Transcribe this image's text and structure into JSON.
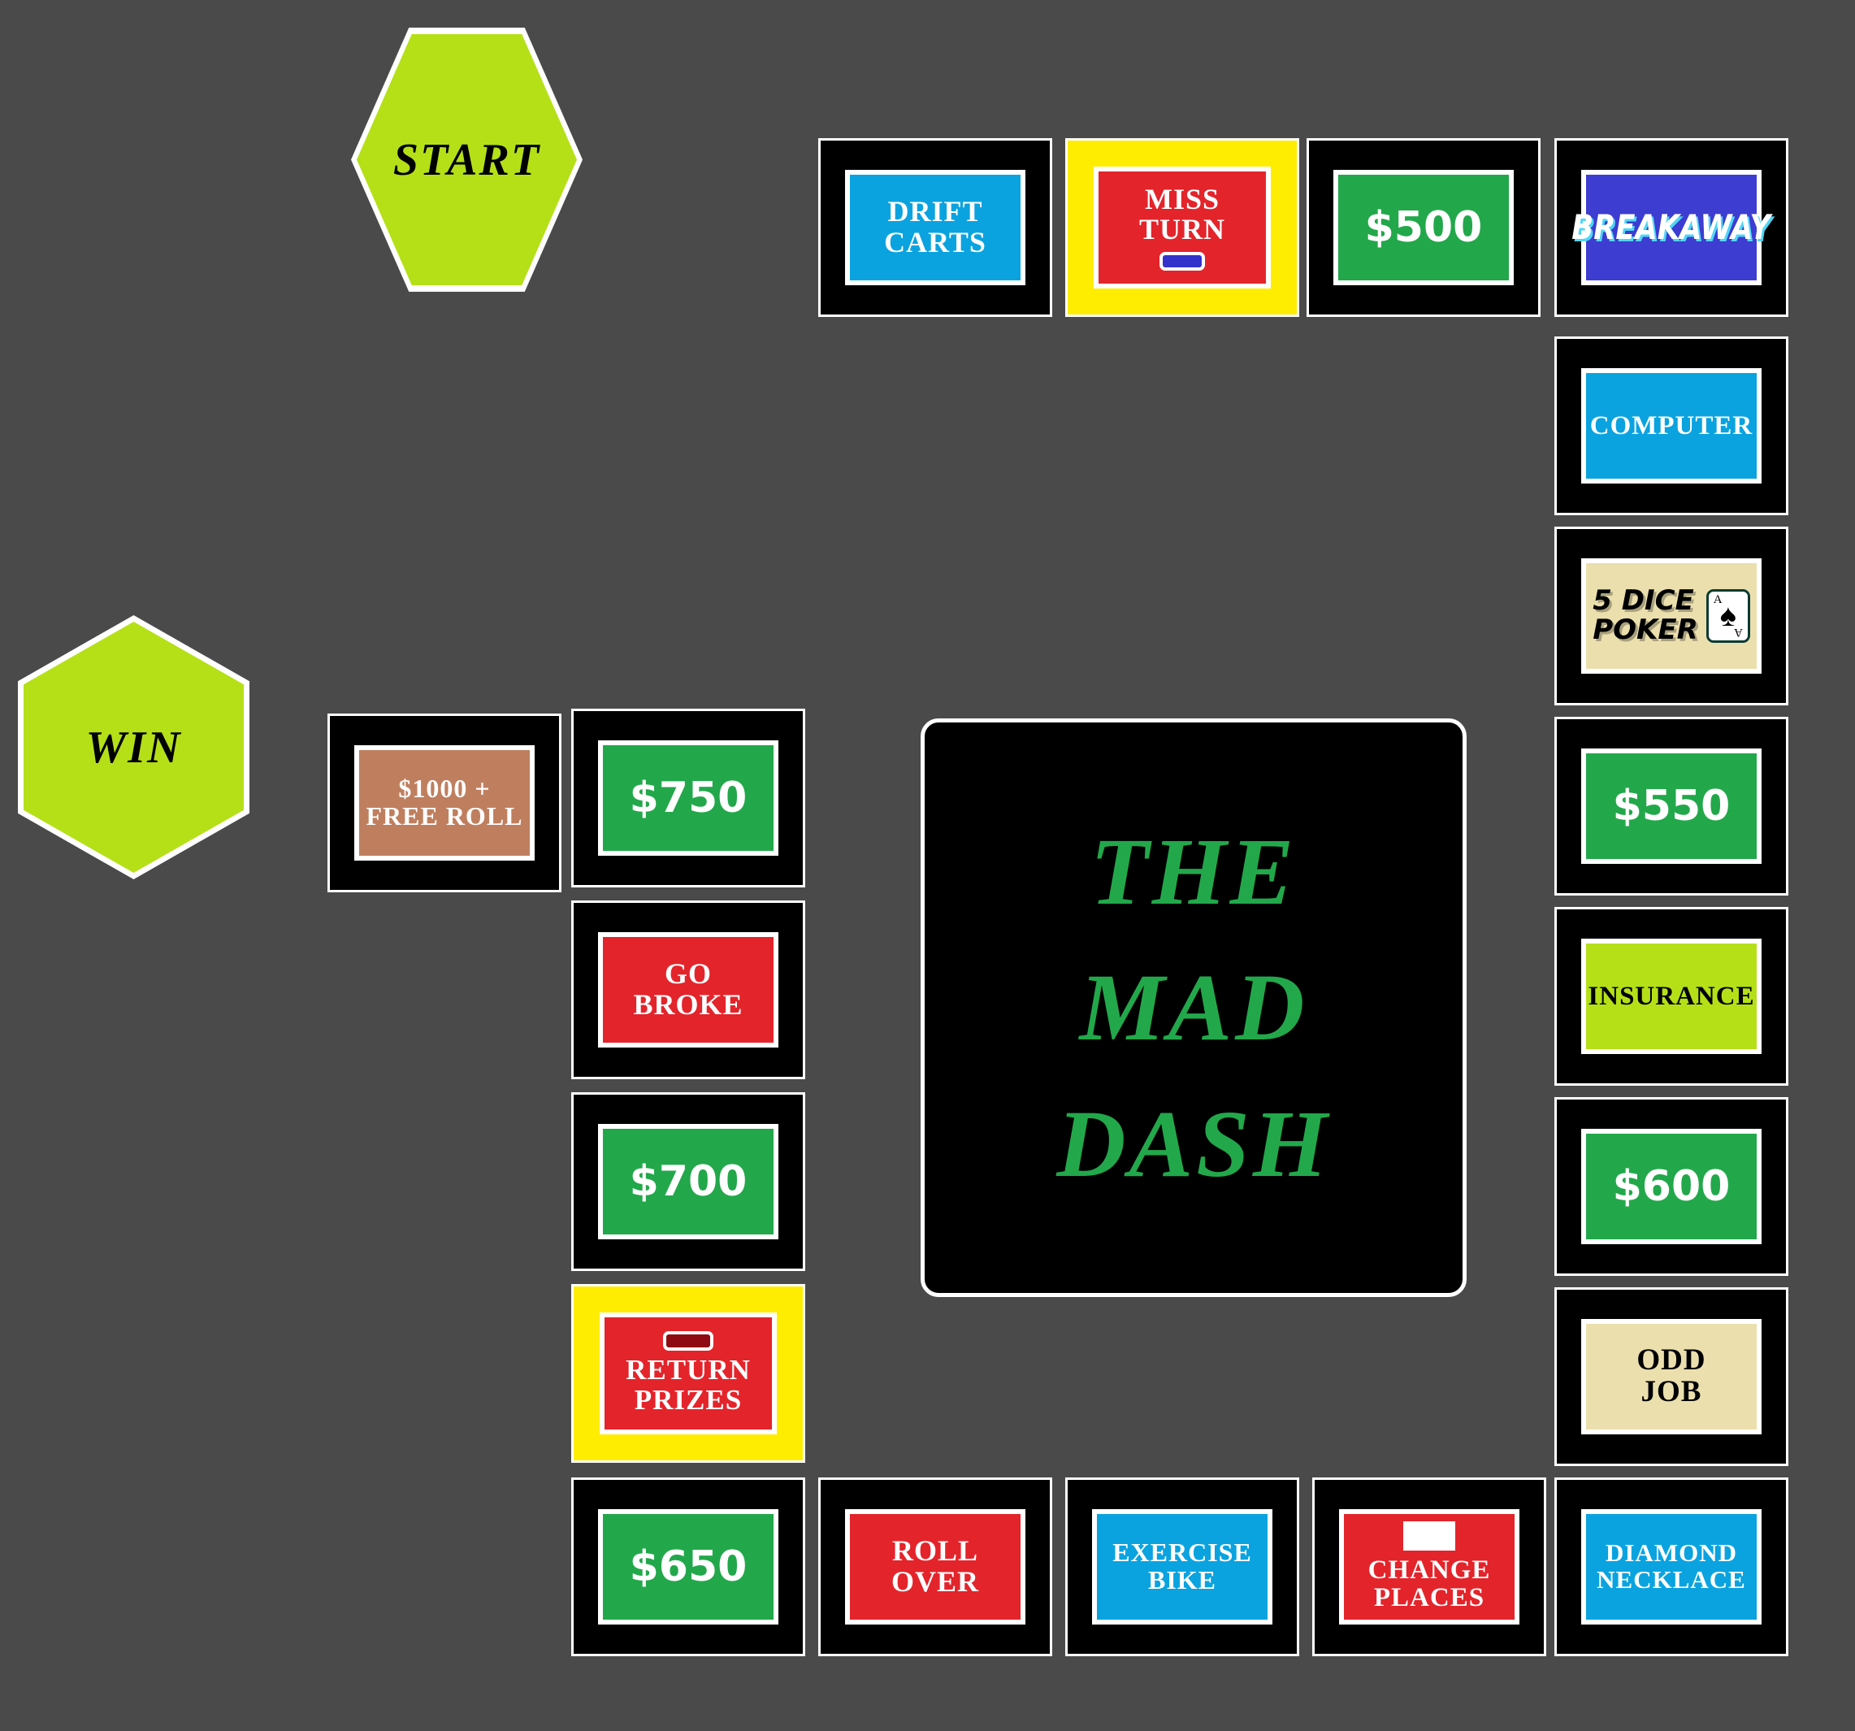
{
  "board": {
    "background_color": "#4a4a4a",
    "title": "THE MAD DASH",
    "center": {
      "line1": "THE",
      "line2": "MAD",
      "line3": "DASH",
      "text_color": "#22a84b",
      "bg_color": "#000000"
    },
    "nodes": {
      "start": {
        "label": "START",
        "fill": "#b5e018",
        "text_color": "#000000"
      },
      "win": {
        "label": "WIN",
        "fill": "#b5e018",
        "text_color": "#000000"
      }
    },
    "top_row": [
      {
        "label": "DRIFT CARTS",
        "lines": [
          "DRIFT",
          "CARTS"
        ],
        "fill": "#0aa3e0",
        "text_color": "#ffffff",
        "frame": "#000000",
        "style": "serif"
      },
      {
        "label": "MISS TURN",
        "lines": [
          "MISS",
          "TURN"
        ],
        "fill": "#e3242b",
        "text_color": "#ffffff",
        "frame": "#ffed00",
        "style": "serif",
        "chip": "blue",
        "chip_position": "below"
      },
      {
        "label": "$500",
        "lines": [
          "$500"
        ],
        "fill": "#22a84b",
        "text_color": "#ffffff",
        "frame": "#000000",
        "style": "money"
      },
      {
        "label": "BREAKAWAY",
        "lines": [
          "BREAKAWAY"
        ],
        "fill": "#3d3dd1",
        "text_color": "#ffffff",
        "frame": "#000000",
        "style": "breakaway"
      }
    ],
    "right_column": [
      {
        "label": "COMPUTER",
        "lines": [
          "COMPUTER"
        ],
        "fill": "#0aa3e0",
        "text_color": "#ffffff",
        "frame": "#000000",
        "style": "serif"
      },
      {
        "label": "5 DICE POKER",
        "lines": [
          "5 DICE",
          "POKER"
        ],
        "fill": "#ebdfae",
        "text_color": "#000000",
        "frame": "#000000",
        "style": "poker",
        "card": "ace-of-spades"
      },
      {
        "label": "$550",
        "lines": [
          "$550"
        ],
        "fill": "#22a84b",
        "text_color": "#ffffff",
        "frame": "#000000",
        "style": "money"
      },
      {
        "label": "INSURANCE",
        "lines": [
          "INSURANCE"
        ],
        "fill": "#b5e018",
        "text_color": "#000000",
        "frame": "#000000",
        "style": "serif-black"
      },
      {
        "label": "$600",
        "lines": [
          "$600"
        ],
        "fill": "#22a84b",
        "text_color": "#ffffff",
        "frame": "#000000",
        "style": "money"
      },
      {
        "label": "ODD JOB",
        "lines": [
          "ODD",
          "JOB"
        ],
        "fill": "#ebdfae",
        "text_color": "#000000",
        "frame": "#000000",
        "style": "serif-black"
      }
    ],
    "bottom_row": [
      {
        "label": "$650",
        "lines": [
          "$650"
        ],
        "fill": "#22a84b",
        "text_color": "#ffffff",
        "frame": "#000000",
        "style": "money"
      },
      {
        "label": "ROLL OVER",
        "lines": [
          "ROLL",
          "OVER"
        ],
        "fill": "#e3242b",
        "text_color": "#ffffff",
        "frame": "#000000",
        "style": "serif"
      },
      {
        "label": "EXERCISE BIKE",
        "lines": [
          "EXERCISE",
          "BIKE"
        ],
        "fill": "#0aa3e0",
        "text_color": "#ffffff",
        "frame": "#000000",
        "style": "serif"
      },
      {
        "label": "CHANGE PLACES",
        "lines": [
          "CHANGE",
          "PLACES"
        ],
        "fill": "#e3242b",
        "text_color": "#ffffff",
        "frame": "#000000",
        "style": "serif",
        "chip": "white",
        "chip_position": "above"
      },
      {
        "label": "DIAMOND NECKLACE",
        "lines": [
          "DIAMOND",
          "NECKLACE"
        ],
        "fill": "#0aa3e0",
        "text_color": "#ffffff",
        "frame": "#000000",
        "style": "serif"
      }
    ],
    "left_column": [
      {
        "label": "$1000 + FREE ROLL",
        "lines": [
          "$1000 +",
          "FREE ROLL"
        ],
        "fill": "#bf7f5f",
        "text_color": "#ffffff",
        "frame": "#000000",
        "style": "serif"
      },
      {
        "label": "$750",
        "lines": [
          "$750"
        ],
        "fill": "#22a84b",
        "text_color": "#ffffff",
        "frame": "#000000",
        "style": "money"
      },
      {
        "label": "GO BROKE",
        "lines": [
          "GO",
          "BROKE"
        ],
        "fill": "#e3242b",
        "text_color": "#ffffff",
        "frame": "#000000",
        "style": "serif"
      },
      {
        "label": "$700",
        "lines": [
          "$700"
        ],
        "fill": "#22a84b",
        "text_color": "#ffffff",
        "frame": "#000000",
        "style": "money"
      },
      {
        "label": "RETURN PRIZES",
        "lines": [
          "RETURN",
          "PRIZES"
        ],
        "fill": "#e3242b",
        "text_color": "#ffffff",
        "frame": "#ffed00",
        "style": "serif",
        "chip": "darkred",
        "chip_position": "above"
      }
    ],
    "card_icon": {
      "rank": "A",
      "suit": "♠"
    }
  }
}
